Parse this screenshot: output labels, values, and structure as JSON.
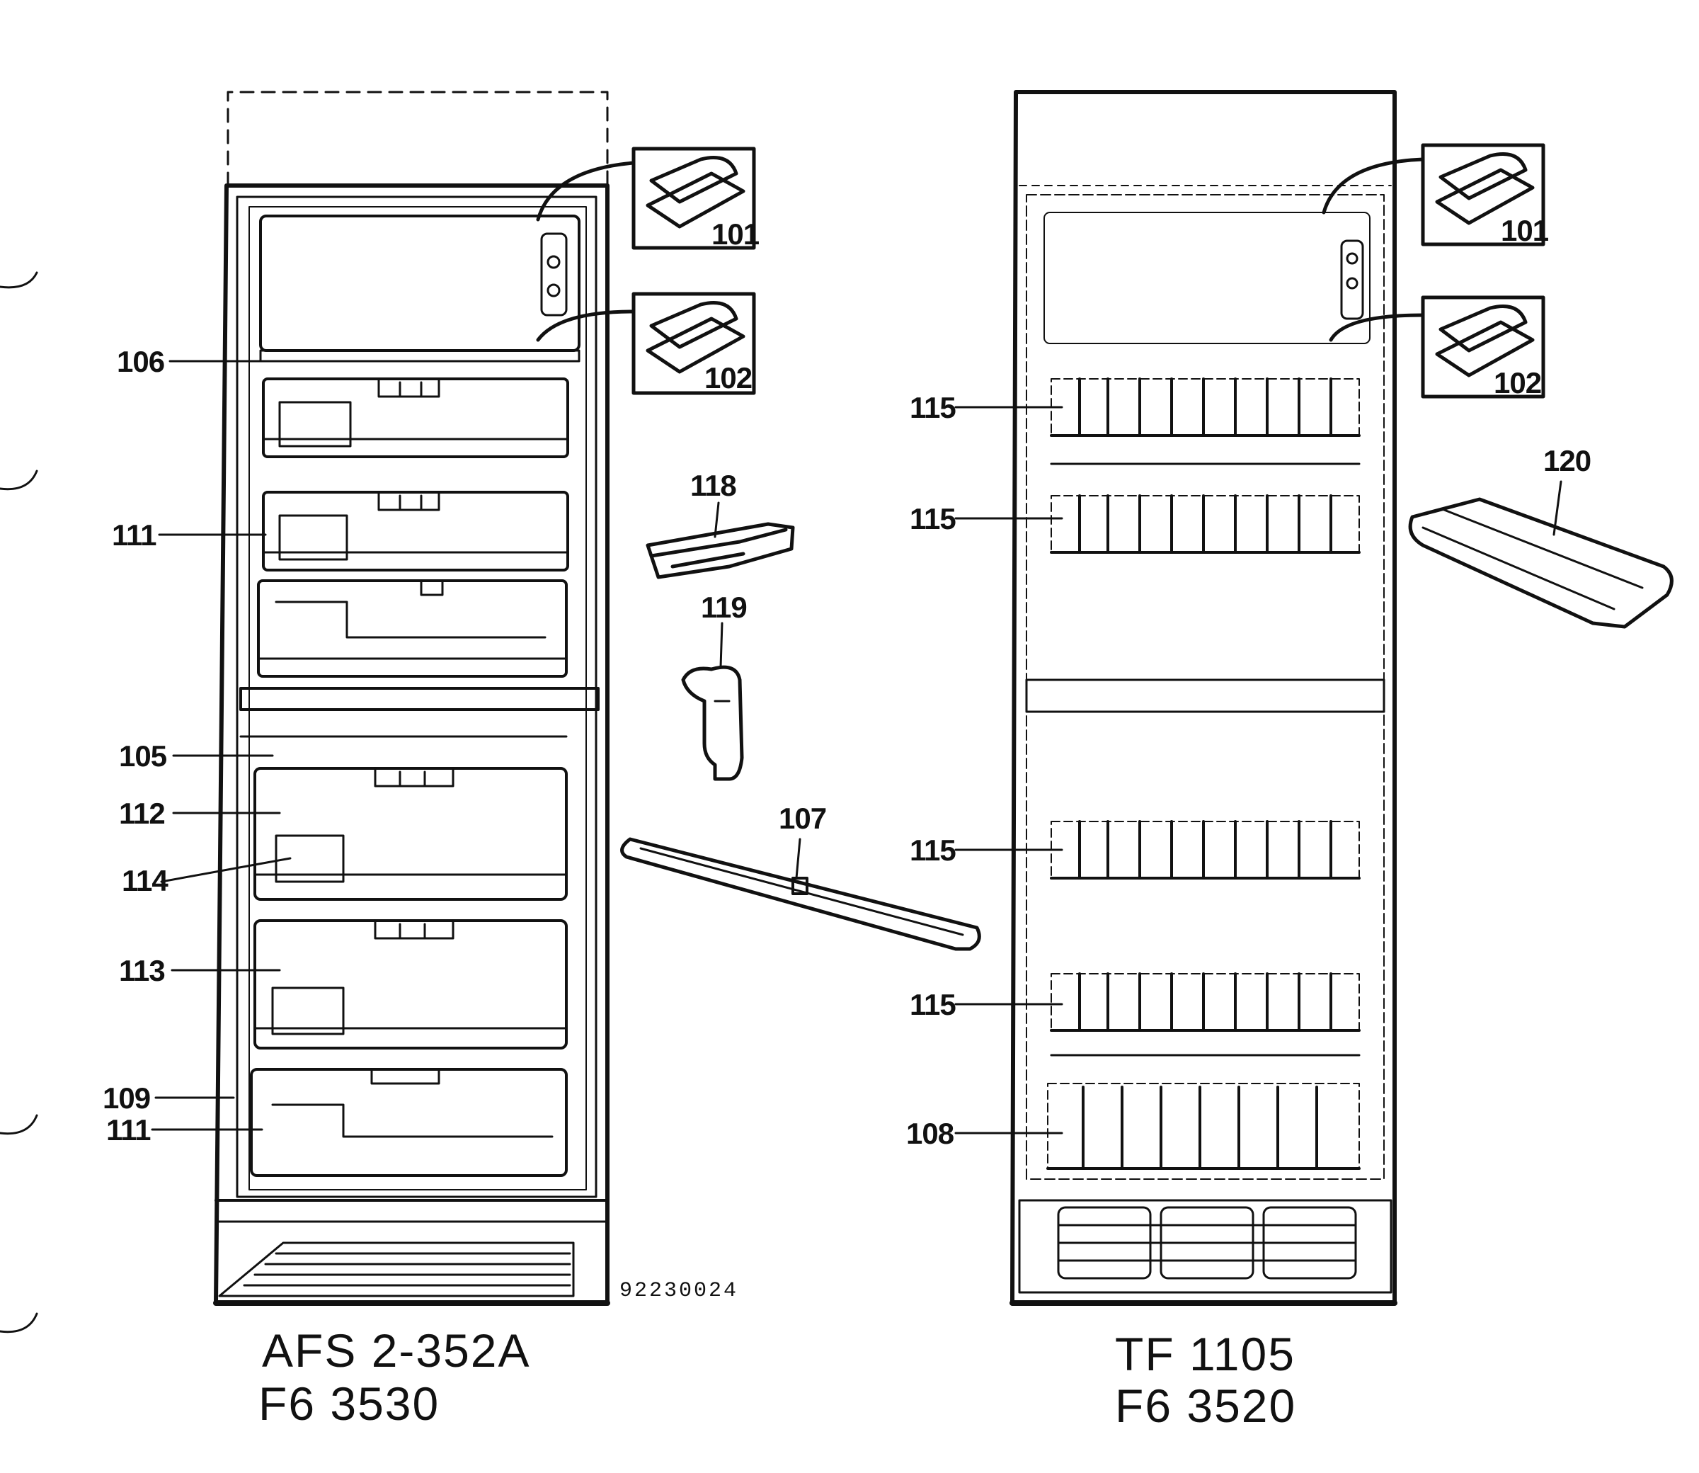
{
  "left_unit": {
    "model_line1": "AFS 2-352A",
    "model_line2": "F6 3530"
  },
  "right_unit": {
    "model_line1": "TF 1105",
    "model_line2": "F6 3520"
  },
  "drawing_number": "92230024",
  "callouts": {
    "c101_left": "101",
    "c102_left": "102",
    "c106": "106",
    "c111_upper": "111",
    "c105": "105",
    "c112": "112",
    "c114": "114",
    "c113": "113",
    "c109": "109",
    "c111_lower": "111",
    "c118": "118",
    "c119": "119",
    "c107": "107",
    "c101_right": "101",
    "c102_right": "102",
    "c115_a": "115",
    "c115_b": "115",
    "c115_c": "115",
    "c115_d": "115",
    "c108": "108",
    "c120": "120"
  }
}
